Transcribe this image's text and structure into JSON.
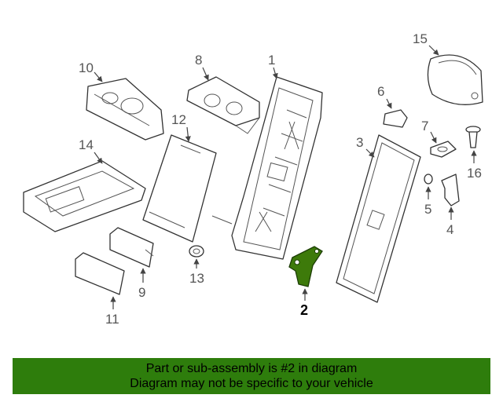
{
  "callouts": {
    "c1": "1",
    "c2": "2",
    "c3": "3",
    "c4": "4",
    "c5": "5",
    "c6": "6",
    "c7": "7",
    "c8": "8",
    "c9": "9",
    "c10": "10",
    "c11": "11",
    "c12": "12",
    "c13": "13",
    "c14": "14",
    "c15": "15",
    "c16": "16"
  },
  "highlight_color": "#3d7a0a",
  "banner": {
    "line1": "Part or sub-assembly is #2 in diagram",
    "line2": "Diagram may not be specific to your vehicle",
    "color": "#2e7d0c"
  }
}
